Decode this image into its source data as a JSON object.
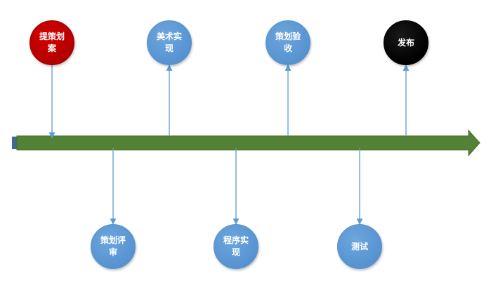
{
  "diagram": {
    "milestones": [
      {
        "id": "m1",
        "label": "提策划案",
        "position": "above",
        "color": "#c00000",
        "arrow": "down"
      },
      {
        "id": "m2",
        "label": "策划评审",
        "position": "below",
        "color": "#5b9bd5",
        "arrow": "down"
      },
      {
        "id": "m3",
        "label": "美术实现",
        "position": "above",
        "color": "#5b9bd5",
        "arrow": "up"
      },
      {
        "id": "m4",
        "label": "程序实现",
        "position": "below",
        "color": "#5b9bd5",
        "arrow": "down"
      },
      {
        "id": "m5",
        "label": "策划验收",
        "position": "above",
        "color": "#5b9bd5",
        "arrow": "up"
      },
      {
        "id": "m6",
        "label": "测试",
        "position": "below",
        "color": "#5b9bd5",
        "arrow": "down"
      },
      {
        "id": "m7",
        "label": "发布",
        "position": "above",
        "color": "#000000",
        "arrow": "up"
      }
    ],
    "colors": {
      "timeline": "#548235",
      "connector": "#5b9bd5",
      "text": "#ffffff"
    }
  }
}
